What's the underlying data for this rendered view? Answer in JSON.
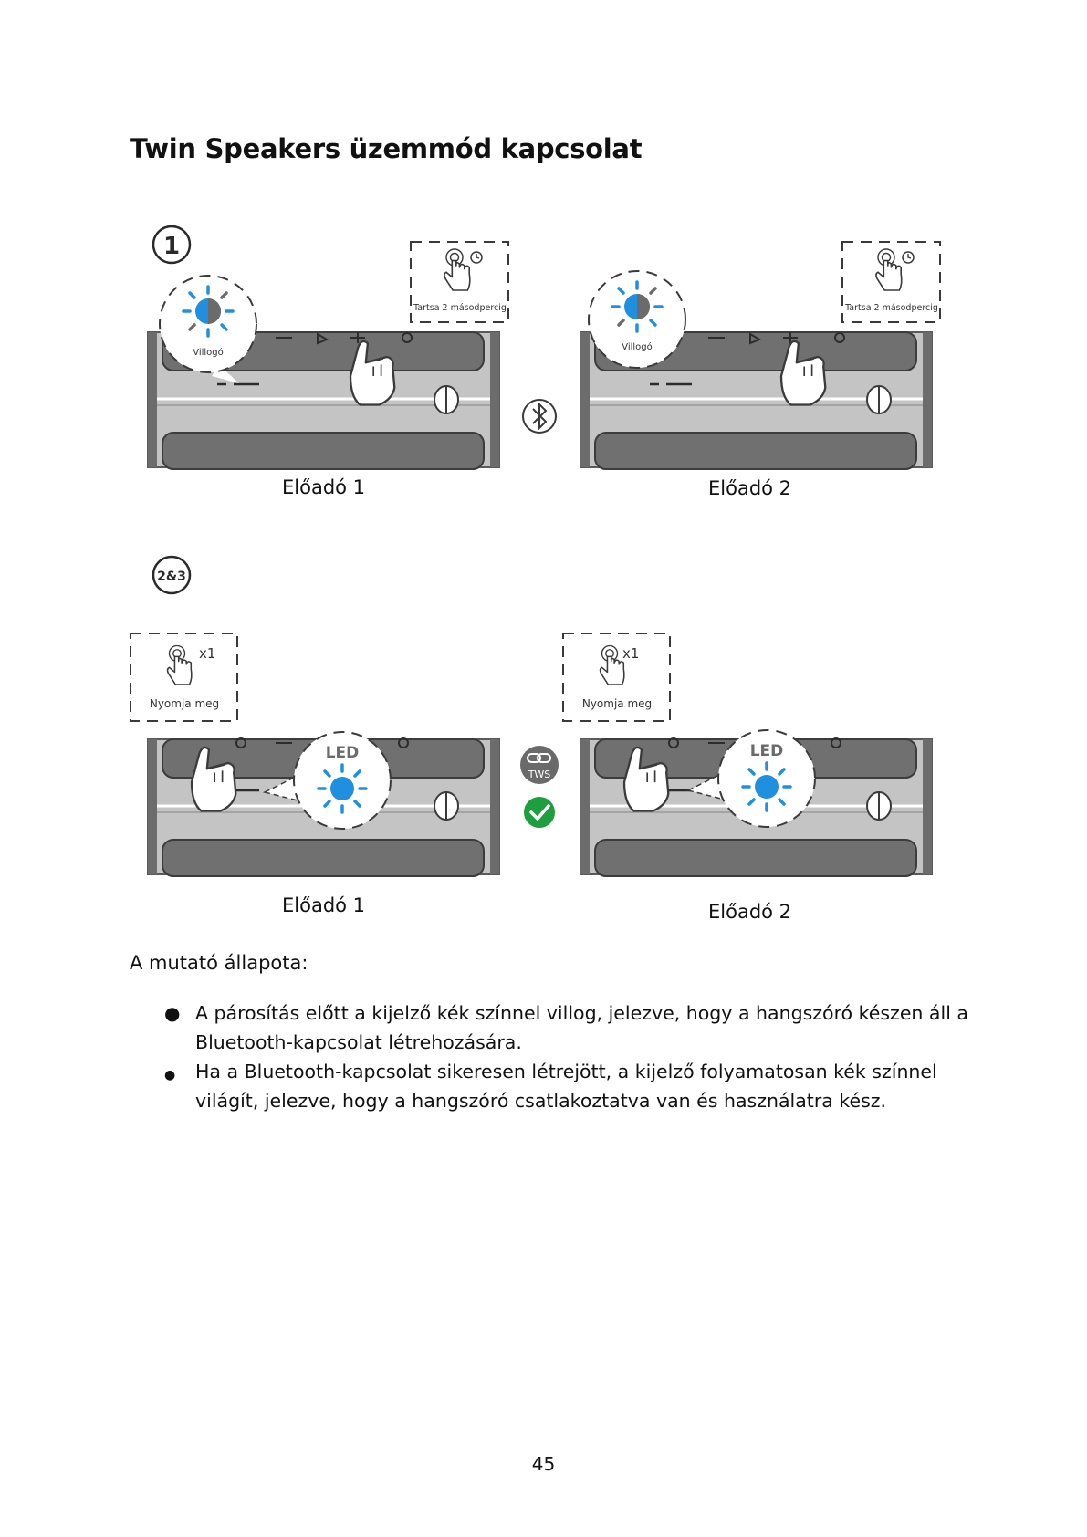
{
  "page": {
    "title": "Twin Speakers üzemmód kapcsolat",
    "page_number": "45"
  },
  "figure": {
    "step1": {
      "badge": "1",
      "left_bubble_label": "Villogó",
      "right_bubble_label": "Villogó",
      "hold_label_left": "Tartsa 2 másodpercig",
      "hold_label_right": "Tartsa 2 másodpercig",
      "caption_left": "Előadó 1",
      "caption_right": "Előadó 2",
      "link_icon": "bluetooth-icon"
    },
    "step23": {
      "badge": "2&3",
      "press_label_left": "Nyomja meg",
      "press_label_right": "Nyomja meg",
      "press_count_left": "x1",
      "press_count_right": "x1",
      "led_label_left": "LED",
      "led_label_right": "LED",
      "tws_label": "TWS",
      "caption_left": "Előadó 1",
      "caption_right": "Előadó 2",
      "link_icon": "tws-link-icon",
      "status_icon": "check-icon"
    },
    "colors": {
      "led_blue": "#1f8fe0",
      "speaker_grey": "#bdbdbd",
      "speaker_dark": "#6f6f6f",
      "check_green": "#1e9e3e",
      "tws_grey": "#6a6a6a"
    }
  },
  "indicator": {
    "heading": "A mutató állapota:",
    "items": [
      "A párosítás előtt a kijelző kék színnel villog, jelezve, hogy a hangszóró készen áll a Bluetooth-kapcsolat létrehozására.",
      "Ha a Bluetooth-kapcsolat sikeresen létrejött, a kijelző folyamatosan kék színnel világít, jelezve, hogy a hangszóró csatlakoztatva van és használatra kész."
    ]
  }
}
